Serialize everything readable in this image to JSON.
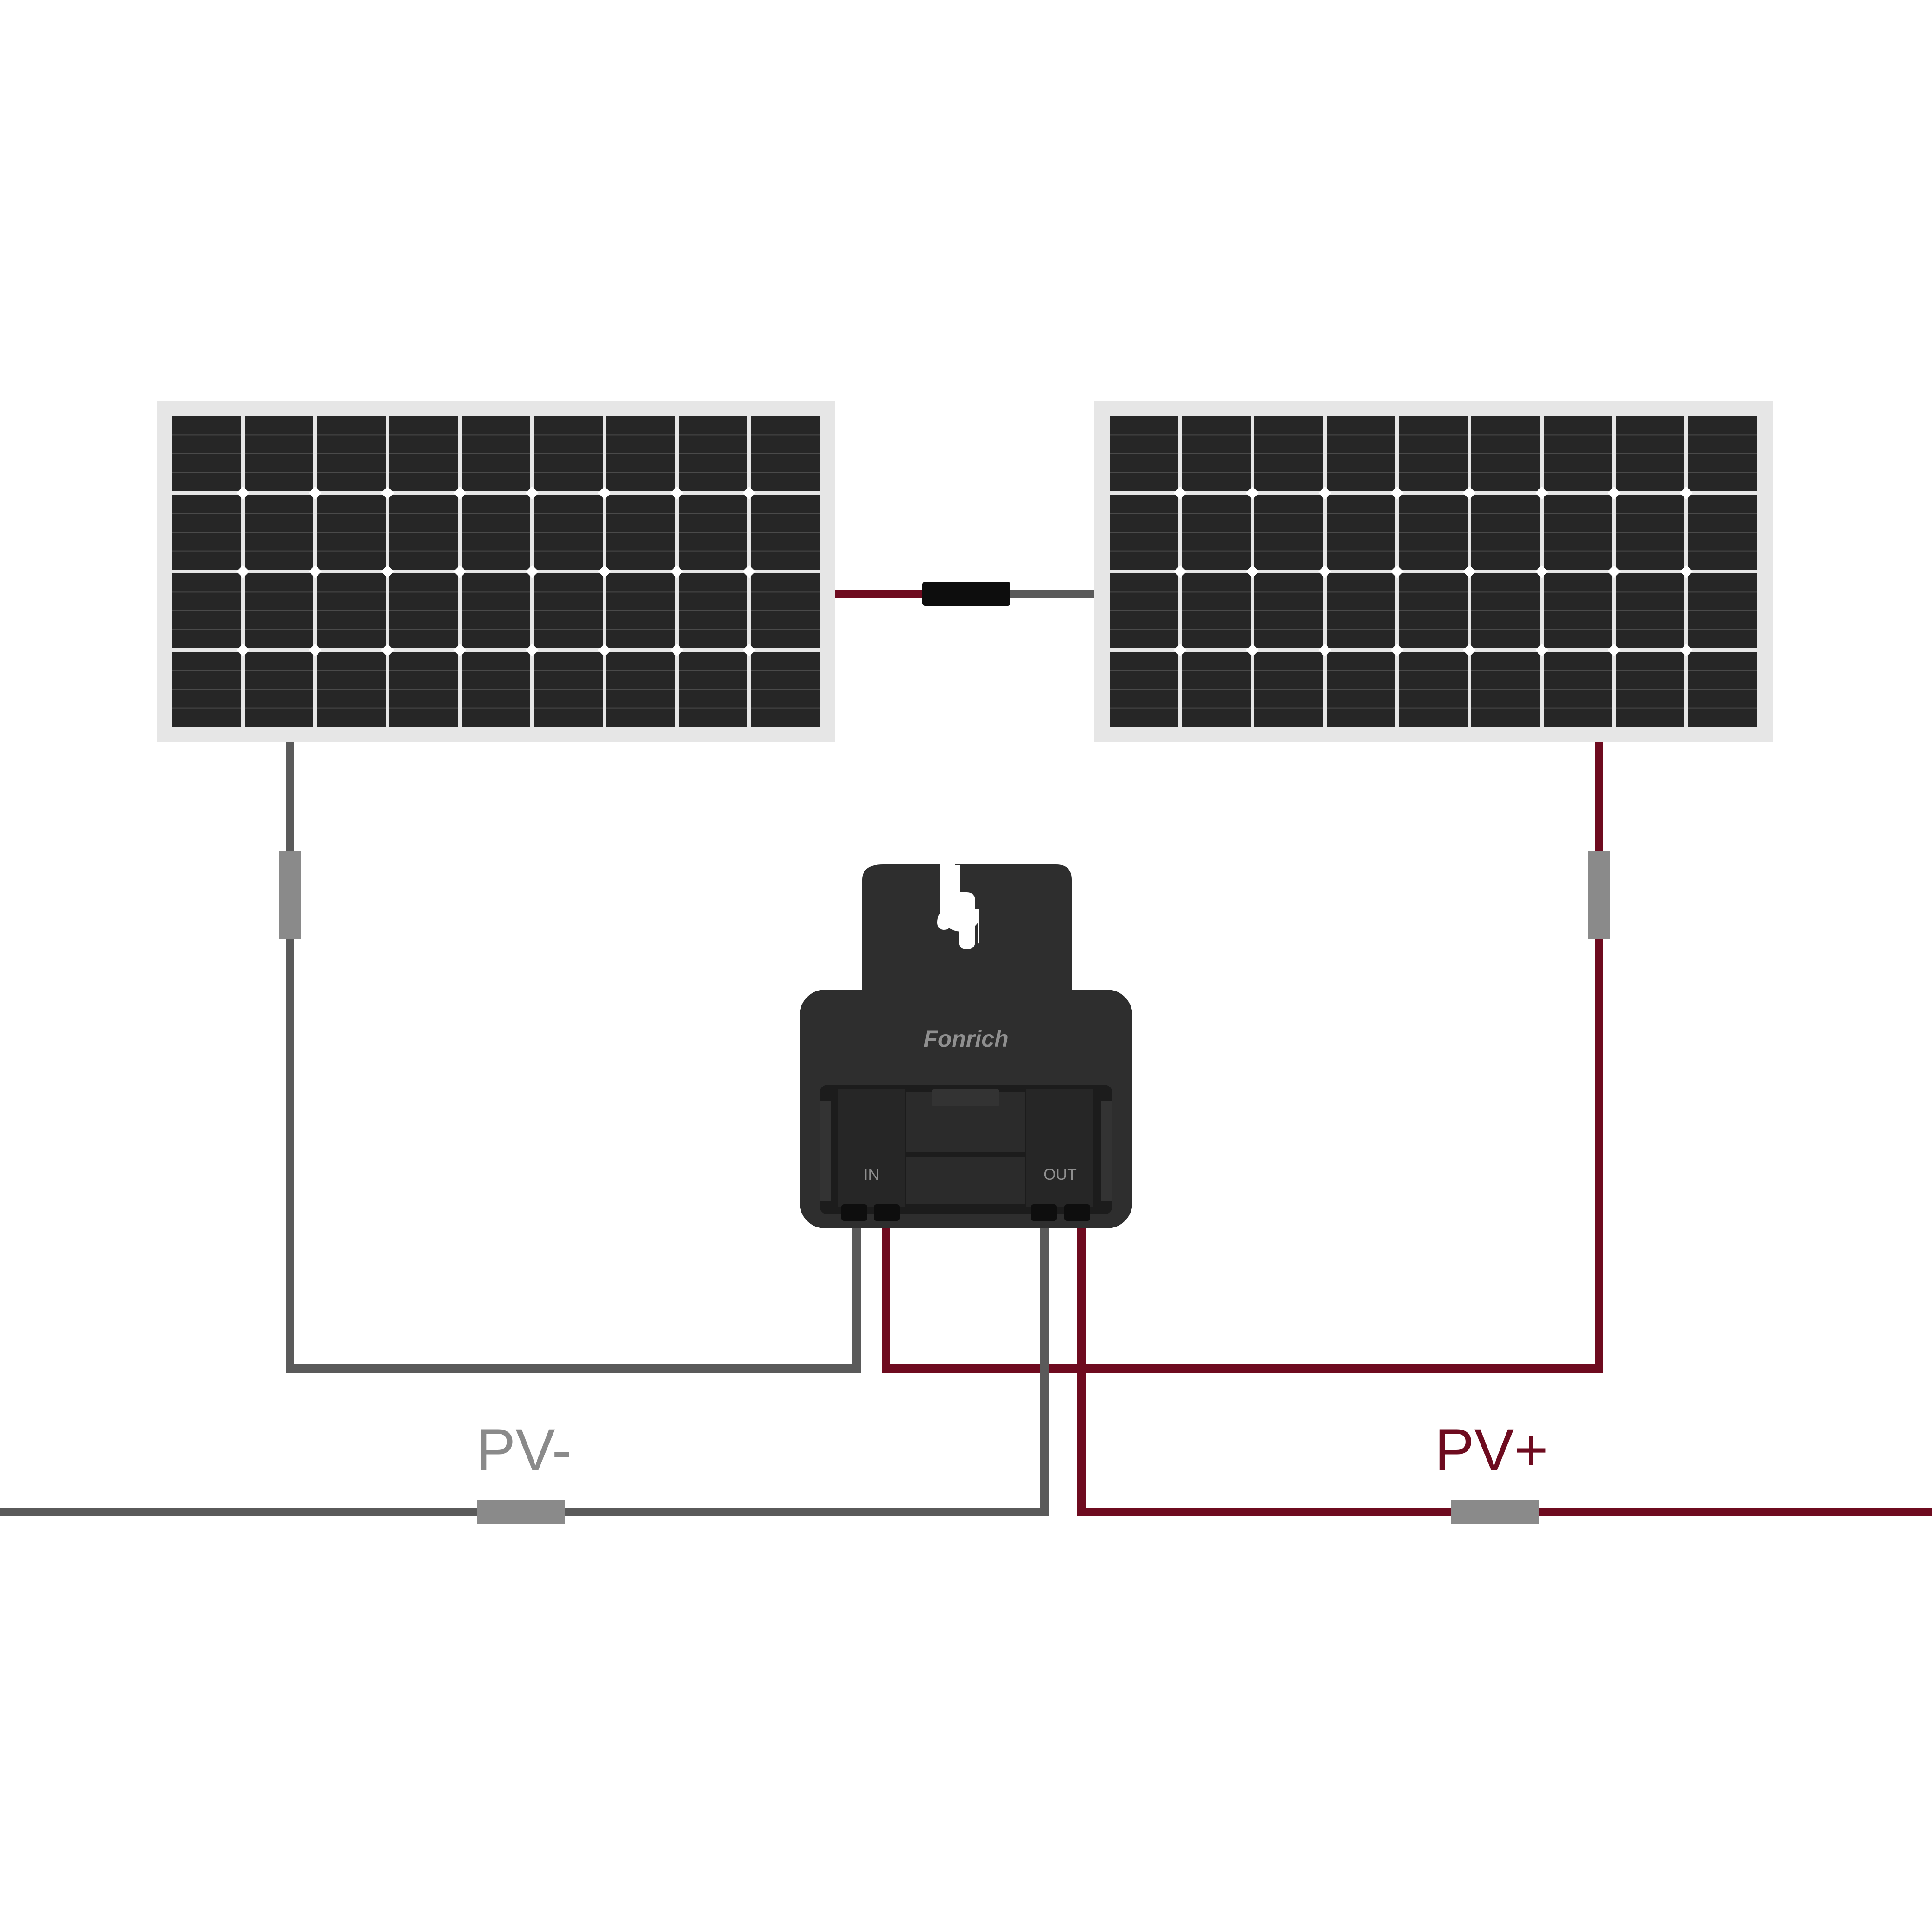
{
  "colors": {
    "background": "#ffffff",
    "negative_wire": "#5a5a5a",
    "positive_wire": "#6e0b1f",
    "connector": "#8a8a8a",
    "panel_frame": "#e6e6e6",
    "cell": "#262626",
    "cell_line": "#ffffff",
    "device_body": "#2e2e2e",
    "device_text": "#8f8f8f"
  },
  "icons": {
    "solar_panel": "solar-panel-icon",
    "junction_box": "junction-box-icon",
    "connector": "mc4-connector-icon"
  },
  "device": {
    "brand": "Fonrich",
    "in_label": "IN",
    "out_label": "OUT"
  },
  "labels": {
    "negative": "PV-",
    "positive": "PV+"
  }
}
